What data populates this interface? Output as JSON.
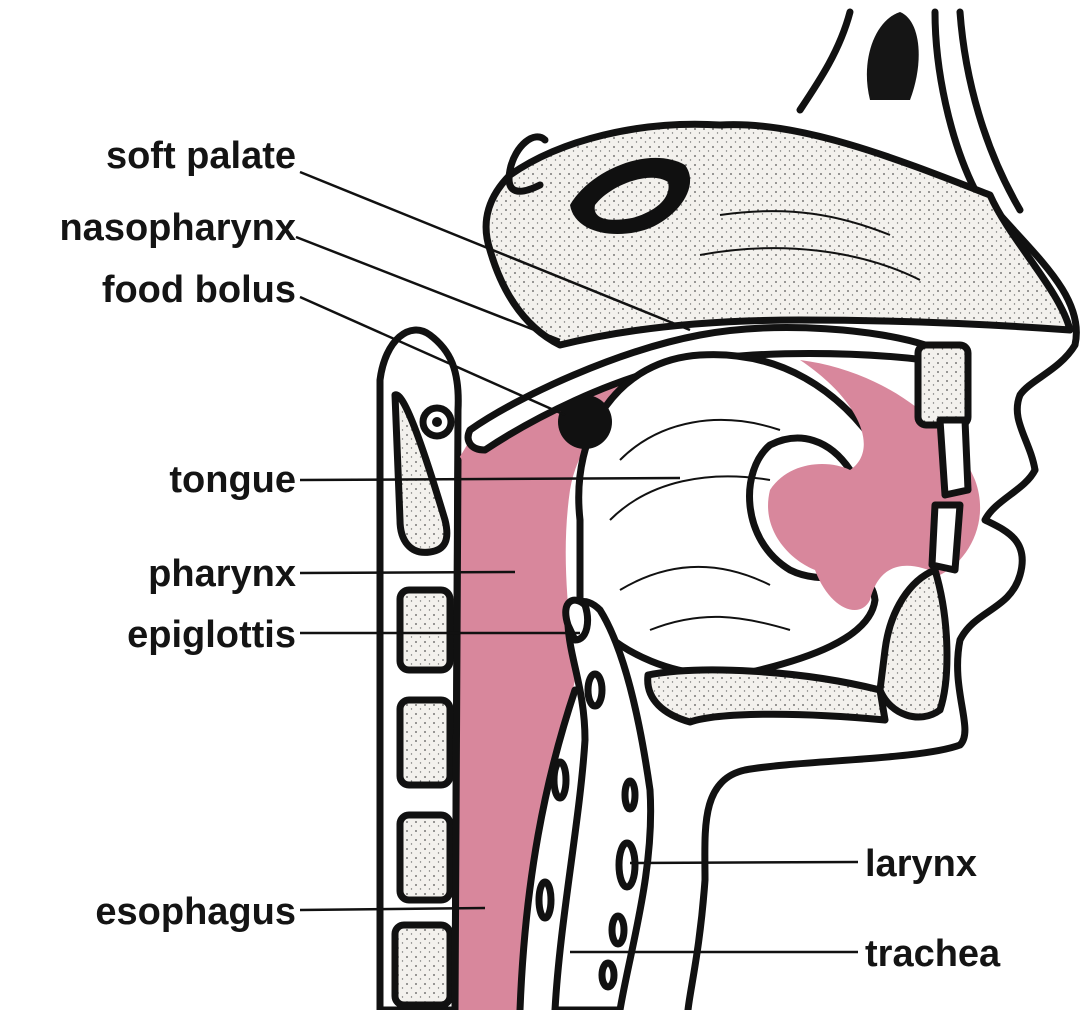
{
  "labels": {
    "soft_palate": "soft palate",
    "nasopharynx": "nasopharynx",
    "food_bolus": "food bolus",
    "tongue": "tongue",
    "pharynx": "pharynx",
    "epiglottis": "epiglottis",
    "esophagus": "esophagus",
    "larynx": "larynx",
    "trachea": "trachea"
  },
  "colors": {
    "passage_pink": "#d8879c",
    "outline": "#111111",
    "bone_fill": "#ece9e4",
    "background": "#ffffff"
  }
}
